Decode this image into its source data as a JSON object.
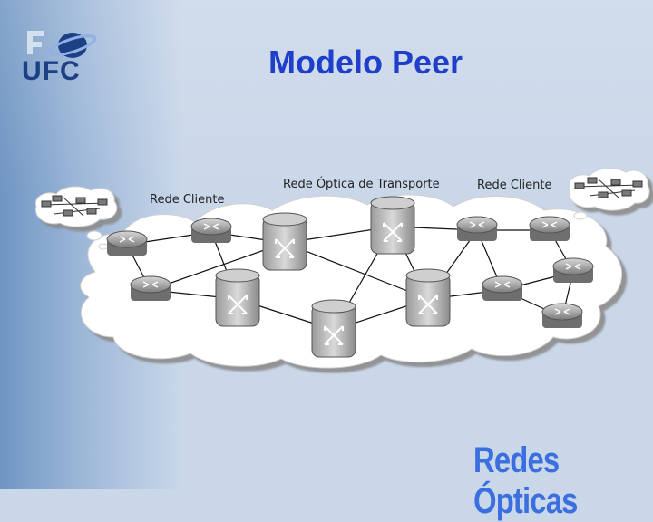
{
  "slide": {
    "title": "Modelo Peer",
    "logo_text": "UFC",
    "footer": "Redes Ópticas"
  },
  "diagram": {
    "labels": {
      "client_left": "Rede Cliente",
      "transport": "Rede Óptica de Transporte",
      "client_right": "Rede Cliente"
    },
    "nodes": [
      {
        "id": "r1",
        "kind": "router"
      },
      {
        "id": "r2",
        "kind": "router"
      },
      {
        "id": "r3",
        "kind": "router"
      },
      {
        "id": "s1",
        "kind": "switch"
      },
      {
        "id": "s2",
        "kind": "switch"
      },
      {
        "id": "s3",
        "kind": "switch"
      },
      {
        "id": "s4",
        "kind": "switch"
      },
      {
        "id": "s5",
        "kind": "switch"
      },
      {
        "id": "r4",
        "kind": "router"
      },
      {
        "id": "r5",
        "kind": "router"
      },
      {
        "id": "r6",
        "kind": "router"
      },
      {
        "id": "r7",
        "kind": "router"
      },
      {
        "id": "r8",
        "kind": "router"
      }
    ],
    "links": [
      [
        "r1",
        "r2"
      ],
      [
        "r1",
        "r3"
      ],
      [
        "r2",
        "s1"
      ],
      [
        "r2",
        "s2"
      ],
      [
        "r3",
        "s2"
      ],
      [
        "r3",
        "s1"
      ],
      [
        "s1",
        "s3"
      ],
      [
        "s1",
        "s4"
      ],
      [
        "s2",
        "s5"
      ],
      [
        "s3",
        "s4"
      ],
      [
        "s3",
        "s5"
      ],
      [
        "s3",
        "r4"
      ],
      [
        "s5",
        "s4"
      ],
      [
        "s4",
        "r4"
      ],
      [
        "s4",
        "r6"
      ],
      [
        "r4",
        "r5"
      ],
      [
        "r4",
        "r6"
      ],
      [
        "r5",
        "r7"
      ],
      [
        "r7",
        "r8"
      ],
      [
        "r6",
        "r8"
      ],
      [
        "r6",
        "r7"
      ]
    ]
  }
}
